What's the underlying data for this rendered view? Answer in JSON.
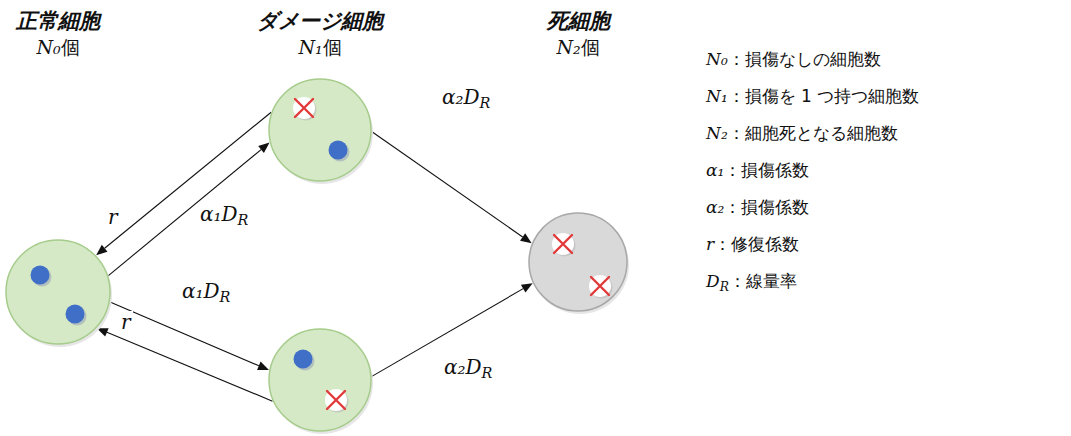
{
  "diagram": {
    "nodes": [
      {
        "text": [
          "正常細胞",
          "N₀個"
        ]
      },
      {
        "text": [
          "ダメージ細胞",
          "N₁個"
        ]
      },
      {
        "text": []
      },
      {
        "text": [
          "死細胞",
          "N₂個"
        ]
      }
    ],
    "edges": [
      {
        "from": 0,
        "to": 1,
        "arrow": "to",
        "label": "α₁DR"
      },
      {
        "from": 1,
        "to": 0,
        "arrow": "to",
        "label": "r"
      },
      {
        "from": 0,
        "to": 2,
        "arrow": "to",
        "label": "α₁DR"
      },
      {
        "from": 2,
        "to": 0,
        "arrow": "to",
        "label": "r"
      },
      {
        "from": 1,
        "to": 3,
        "arrow": "to",
        "label": "α₂DR"
      },
      {
        "from": 2,
        "to": 3,
        "arrow": "to",
        "label": "α₂DR"
      }
    ],
    "labels": [
      "N₀：損傷なしの細胞数",
      "N₁：損傷を 1 つ持つ細胞数",
      "N₂：細胞死となる細胞数",
      "α₁：損傷係数",
      "α₂：損傷係数",
      "r：修復係数",
      "DR：線量率"
    ]
  }
}
